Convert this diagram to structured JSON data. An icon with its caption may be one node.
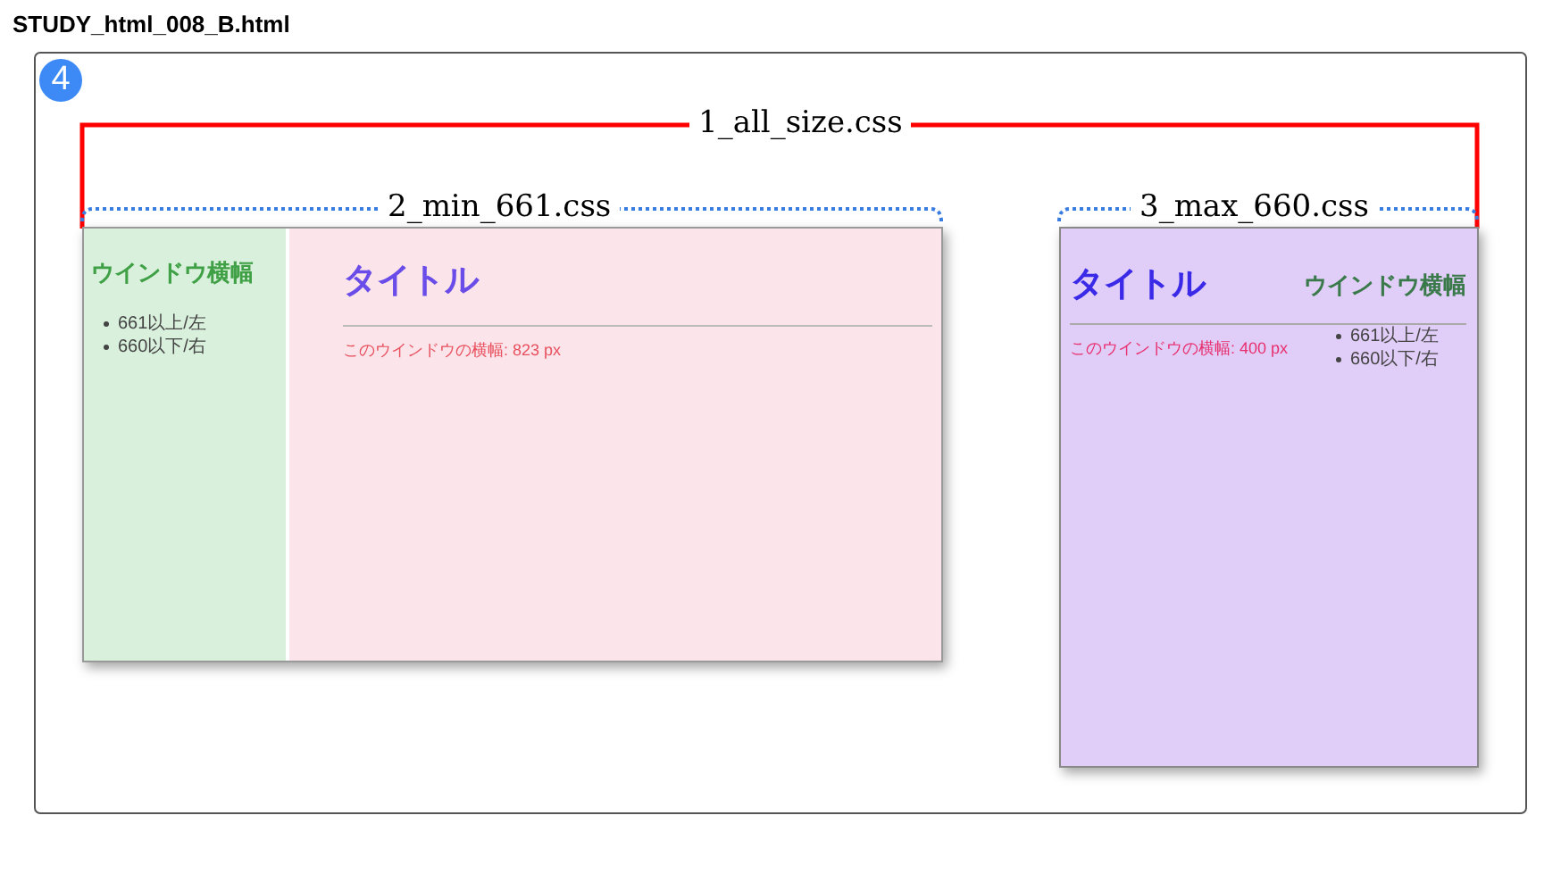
{
  "diagram": {
    "title": "STUDY_html_008_B.html",
    "nodes": [
      {
        "text": [
          "ウインドウ横幅",
          "661以上/左",
          "660以下/右"
        ]
      },
      {
        "text": [
          "タイトル",
          "このウインドウの横幅: 823 px"
        ]
      },
      {
        "text": [
          "タイトル",
          "ウインドウ横幅",
          "このウインドウの横幅: 400 px",
          "661以上/左",
          "660以下/右"
        ]
      }
    ],
    "labels": [
      "4",
      "1_all_size.css",
      "2_min_661.css",
      "3_max_660.css"
    ]
  }
}
